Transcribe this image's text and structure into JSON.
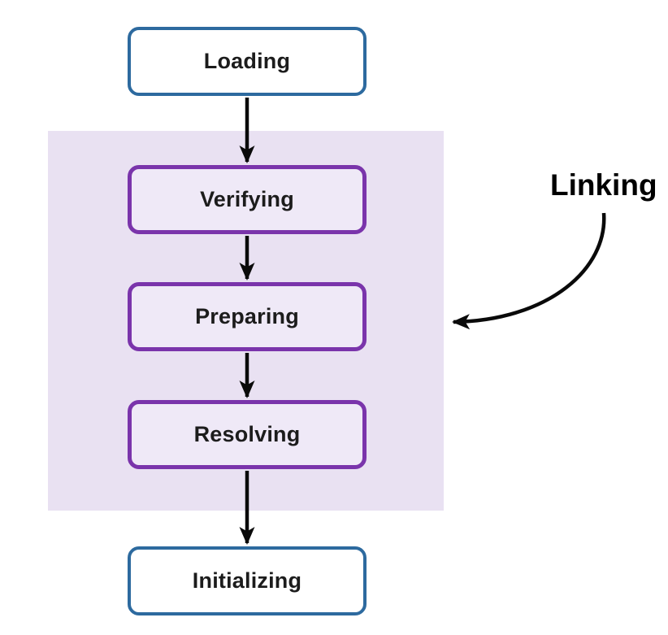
{
  "diagram": {
    "nodes": [
      {
        "id": "loading",
        "label": "Loading",
        "variant": "blue"
      },
      {
        "id": "verifying",
        "label": "Verifying",
        "variant": "purple"
      },
      {
        "id": "preparing",
        "label": "Preparing",
        "variant": "purple"
      },
      {
        "id": "resolving",
        "label": "Resolving",
        "variant": "purple"
      },
      {
        "id": "initializing",
        "label": "Initializing",
        "variant": "blue"
      }
    ],
    "edges": [
      {
        "from": "loading",
        "to": "verifying"
      },
      {
        "from": "verifying",
        "to": "preparing"
      },
      {
        "from": "preparing",
        "to": "resolving"
      },
      {
        "from": "resolving",
        "to": "initializing"
      }
    ],
    "annotation": {
      "label": "Linking",
      "points_to": "linking-group-region",
      "group_contains": [
        "verifying",
        "preparing",
        "resolving"
      ]
    }
  },
  "colors": {
    "blue-node-border": "#2d6a9f",
    "purple-node-border": "#7a34ab",
    "region-fill": "#e9e1f2",
    "purple-node-fill": "#efe9f7",
    "node-text": "#1c1c1c",
    "annotation-text": "#000000",
    "arrow": "#0a0a0a",
    "background": "#ffffff"
  }
}
